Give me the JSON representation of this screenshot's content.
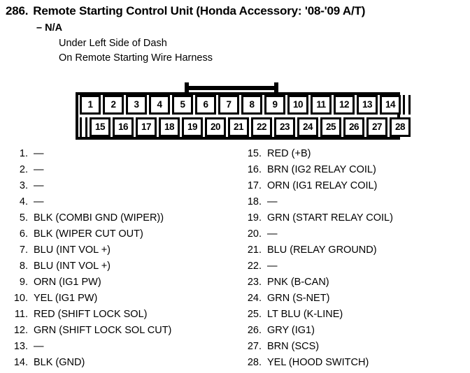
{
  "header": {
    "item_number": "286.",
    "title": "Remote Starting Control Unit (Honda Accessory: '08-'09 A/T)",
    "na_line": "– N/A",
    "location_lines": [
      "Under Left Side of Dash",
      "On Remote Starting Wire Harness"
    ]
  },
  "connector": {
    "top_row": [
      "1",
      "2",
      "3",
      "4",
      "5",
      "6",
      "7",
      "8",
      "9",
      "10",
      "11",
      "12",
      "13",
      "14"
    ],
    "bottom_row": [
      "15",
      "16",
      "17",
      "18",
      "19",
      "20",
      "21",
      "22",
      "23",
      "24",
      "25",
      "26",
      "27",
      "28"
    ],
    "total_pins": 28
  },
  "pins_left": [
    {
      "index": "1.",
      "desc": "—"
    },
    {
      "index": "2.",
      "desc": "—"
    },
    {
      "index": "3.",
      "desc": "—"
    },
    {
      "index": "4.",
      "desc": "—"
    },
    {
      "index": "5.",
      "desc": "BLK (COMBI GND (WIPER))"
    },
    {
      "index": "6.",
      "desc": "BLK (WIPER CUT OUT)"
    },
    {
      "index": "7.",
      "desc": "BLU (INT VOL +)"
    },
    {
      "index": "8.",
      "desc": "BLU (INT VOL +)"
    },
    {
      "index": "9.",
      "desc": "ORN (IG1 PW)"
    },
    {
      "index": "10.",
      "desc": "YEL (IG1 PW)"
    },
    {
      "index": "11.",
      "desc": "RED (SHIFT LOCK SOL)"
    },
    {
      "index": "12.",
      "desc": "GRN (SHIFT LOCK SOL CUT)"
    },
    {
      "index": "13.",
      "desc": "—"
    },
    {
      "index": "14.",
      "desc": "BLK (GND)"
    }
  ],
  "pins_right": [
    {
      "index": "15.",
      "desc": "RED (+B)"
    },
    {
      "index": "16.",
      "desc": "BRN (IG2 RELAY COIL)"
    },
    {
      "index": "17.",
      "desc": "ORN (IG1 RELAY COIL)"
    },
    {
      "index": "18.",
      "desc": "—"
    },
    {
      "index": "19.",
      "desc": "GRN (START RELAY COIL)"
    },
    {
      "index": "20.",
      "desc": "—"
    },
    {
      "index": "21.",
      "desc": "BLU (RELAY GROUND)"
    },
    {
      "index": "22.",
      "desc": "—"
    },
    {
      "index": "23.",
      "desc": "PNK (B-CAN)"
    },
    {
      "index": "24.",
      "desc": "GRN (S-NET)"
    },
    {
      "index": "25.",
      "desc": "LT BLU (K-LINE)"
    },
    {
      "index": "26.",
      "desc": "GRY (IG1)"
    },
    {
      "index": "27.",
      "desc": "BRN (SCS)"
    },
    {
      "index": "28.",
      "desc": "YEL (HOOD SWITCH)"
    }
  ]
}
